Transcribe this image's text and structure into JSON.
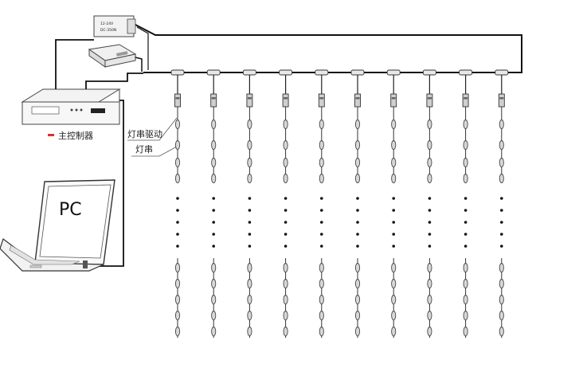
{
  "power_supply": {
    "line1": "12-24V",
    "line2": "DC-350N"
  },
  "main_controller": {
    "label": "主控制器",
    "marker_color": "#e0302a"
  },
  "pc": {
    "label": "PC"
  },
  "callouts": {
    "driver": "灯串驱动",
    "string": "灯串"
  },
  "strings": {
    "count": 10,
    "leds_upper": 4,
    "gap_dots": 5,
    "leds_lower": 5
  }
}
